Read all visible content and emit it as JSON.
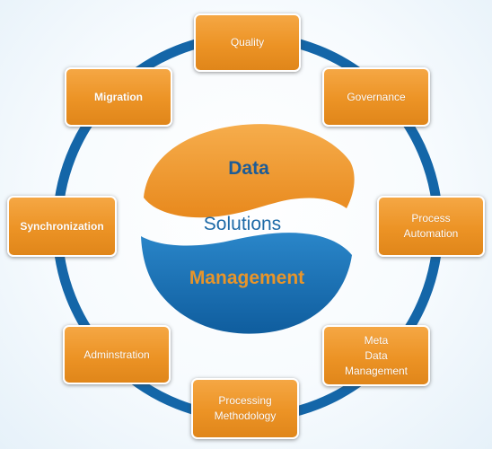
{
  "diagram": {
    "center": {
      "word_top": "Data",
      "word_middle": "Solutions",
      "word_bottom": "Management"
    },
    "nodes": {
      "quality": "Quality",
      "governance": "Governance",
      "process_automation": "Process\nAutomation",
      "meta_data_management": "Meta\nData\nManagement",
      "processing_methodology": "Processing\nMethodology",
      "administration": "Adminstration",
      "synchronization": "Synchronization",
      "migration": "Migration"
    },
    "colors": {
      "ring": "#1466a8",
      "node_fill": "#ec9325",
      "swoosh_orange": "#f09a2e",
      "swoosh_blue": "#1670b4"
    }
  }
}
